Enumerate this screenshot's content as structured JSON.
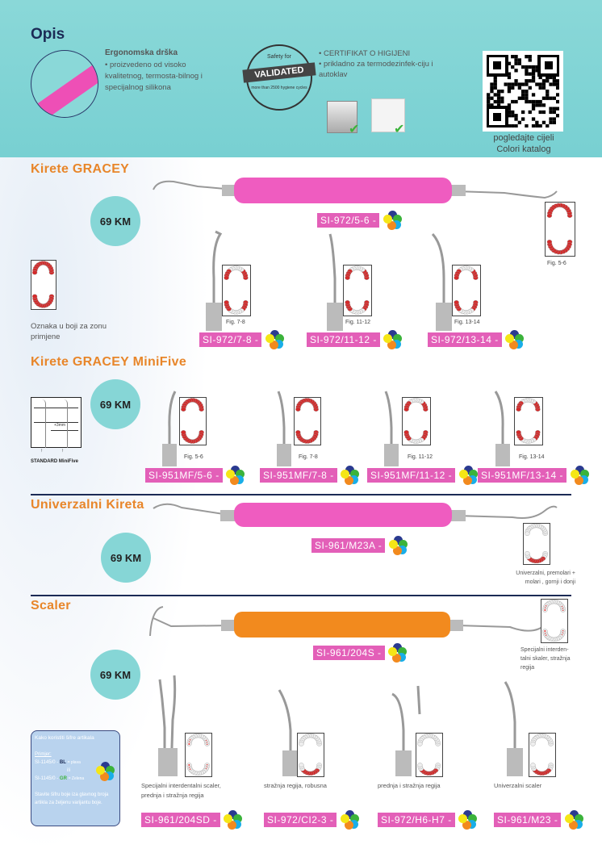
{
  "header": {
    "title": "Opis",
    "ergonomic": {
      "title": "Ergonomska drška",
      "text": "• proizvedeno od visoko kvalitetnog, termosta-bilnog i specijalnog silikona"
    },
    "stamp": {
      "top": "Safety for",
      "main": "VALIDATED",
      "bottom": "more than 2500 hygiene cycles"
    },
    "cert": {
      "line1": "• CERTIFIKAT O HIGIJENI",
      "line2": "• prikladno za termodezinfek-ciju i autoklav"
    },
    "qr_caption": "pogledajte cijeli Colori katalog"
  },
  "colors": {
    "pink": "#e35fb8",
    "orange": "#f28a1e",
    "teal": "#86d6d6",
    "navy": "#1b2a55",
    "section": "#e8862a"
  },
  "sections": {
    "gracey": {
      "title": "Kirete GRACEY",
      "price": "69 KM",
      "main_code": "SI-972/5-6 -",
      "main_fig": "Fig. 5-6",
      "zone_note": "Oznaka u boji za zonu primjene",
      "items": [
        {
          "code": "SI-972/7-8 -",
          "fig": "Fig. 7-8"
        },
        {
          "code": "SI-972/11-12 -",
          "fig": "Fig. 11-12"
        },
        {
          "code": "SI-972/13-14 -",
          "fig": "Fig. 13-14"
        }
      ]
    },
    "minifive": {
      "title": "Kirete GRACEY MiniFive",
      "price": "69 KM",
      "diagram": {
        "offset": "+3mm",
        "standard": "STANDARD",
        "minifive": "MiniFive"
      },
      "items": [
        {
          "code": "SI-951MF/5-6 -",
          "fig": "Fig. 5-6"
        },
        {
          "code": "SI-951MF/7-8 -",
          "fig": "Fig. 7-8"
        },
        {
          "code": "SI-951MF/11-12 -",
          "fig": "Fig. 11-12"
        },
        {
          "code": "SI-951MF/13-14 -",
          "fig": "Fig. 13-14"
        }
      ]
    },
    "universal": {
      "title": "Univerzalni Kireta",
      "price": "69 KM",
      "code": "SI-961/M23A -",
      "caption": "Univerzalni, premolari + molari , gornji i donji"
    },
    "scaler": {
      "title": "Scaler",
      "price": "69 KM",
      "code": "SI-961/204S -",
      "caption": "Specijalni interden-talni skaler, stražnja regija",
      "items": [
        {
          "code": "SI-961/204SD -",
          "caption": "Specijalni interdentalni scaler, prednja i stražnja regija"
        },
        {
          "code": "SI-972/CI2-3 -",
          "caption": "stražnja regija, robusna"
        },
        {
          "code": "SI-972/H6-H7 -",
          "caption": "prednja i stražnja regija"
        },
        {
          "code": "SI-961/M23 -",
          "caption": "Univerzalni scaler"
        }
      ]
    }
  },
  "howto": {
    "title": "Kako koristiti šifre artikala",
    "example": "Primjer:",
    "ex1_code": "SI-1145/0 -",
    "ex1_color": "BL",
    "ex1_name": "= plava",
    "or": "ili",
    "ex2_code": "SI-1145/0 -",
    "ex2_color": "GR",
    "ex2_name": "= Zelena",
    "note": "Stavite šifru boje iza glavnog broja artikla za željenu varijantu boje."
  }
}
